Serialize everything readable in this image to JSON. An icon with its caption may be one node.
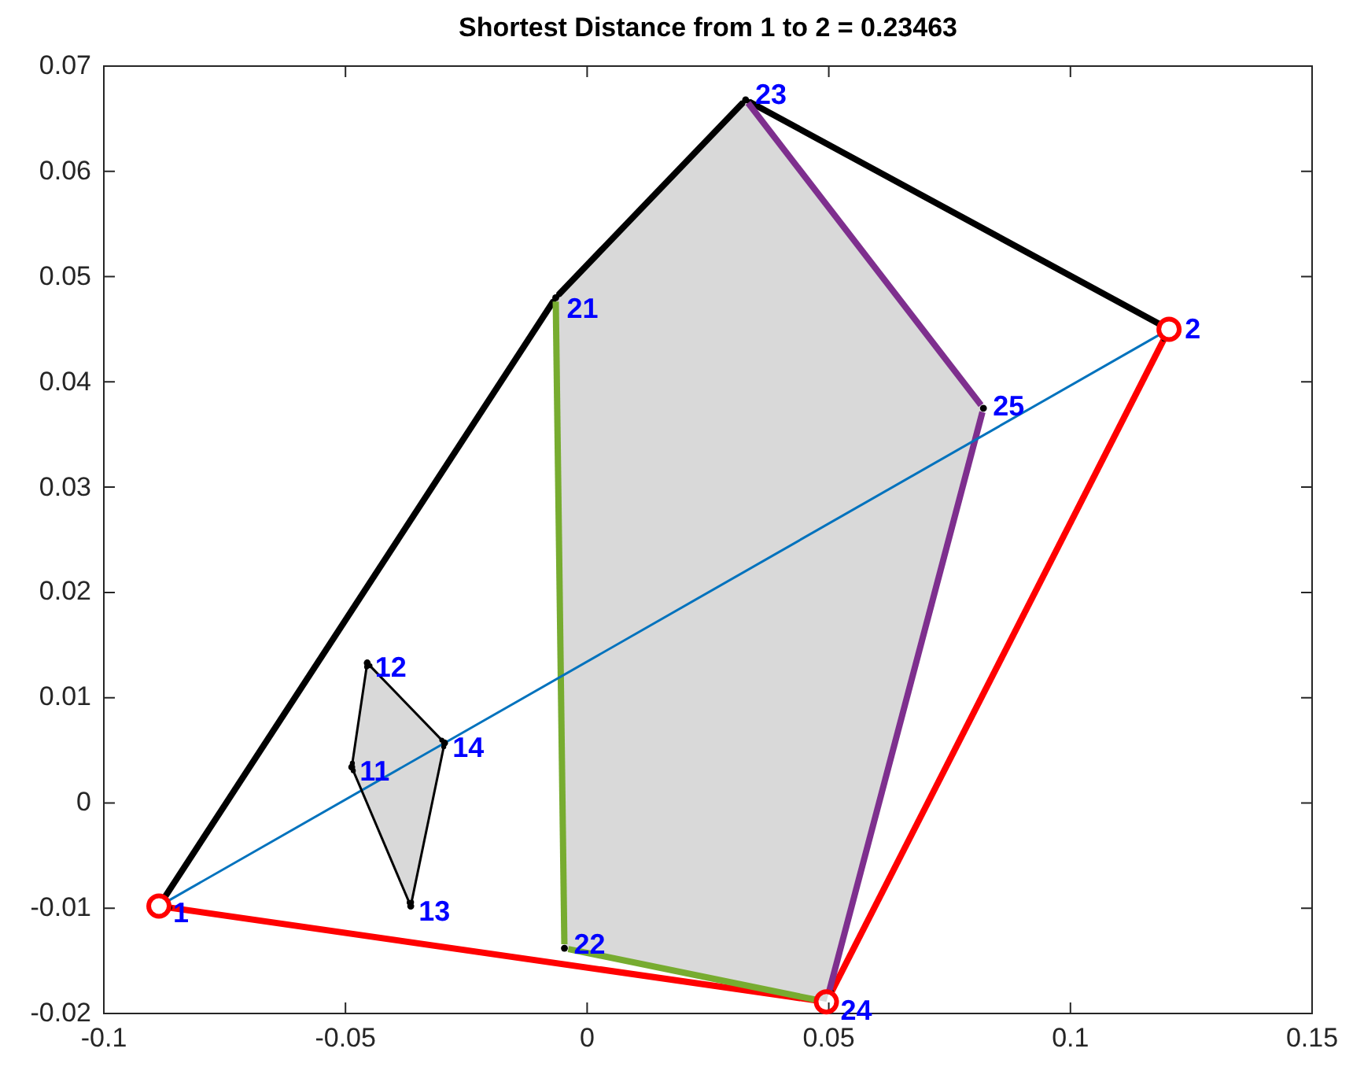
{
  "diagram": {
    "title": "Shortest Distance from 1 to 2 = 0.23463",
    "nodes": [
      {
        "text": [
          "23"
        ]
      },
      {
        "text": [
          "21"
        ]
      },
      {
        "text": [
          "2"
        ]
      },
      {
        "text": [
          "25"
        ]
      },
      {
        "text": [
          "12"
        ]
      },
      {
        "text": [
          "14"
        ]
      },
      {
        "text": [
          "11"
        ]
      },
      {
        "text": [
          "1"
        ]
      },
      {
        "text": [
          "13"
        ]
      },
      {
        "text": [
          "22"
        ]
      },
      {
        "text": [
          "24"
        ]
      }
    ],
    "edges": [
      {
        "from": 7,
        "to": 1,
        "arrow": "other"
      },
      {
        "from": 1,
        "to": 0,
        "arrow": "other"
      },
      {
        "from": 0,
        "to": 2,
        "arrow": "other"
      },
      {
        "from": 7,
        "to": 10,
        "arrow": "other",
        "color": "#ff0000"
      },
      {
        "from": 10,
        "to": 2,
        "arrow": "other",
        "color": "#ff0000"
      },
      {
        "from": 1,
        "to": 9,
        "arrow": "none",
        "color": "#77ac30"
      },
      {
        "from": 9,
        "to": 10,
        "arrow": "none",
        "color": "#77ac30"
      },
      {
        "from": 0,
        "to": 3,
        "arrow": "none",
        "color": "#7e2f8e"
      },
      {
        "from": 3,
        "to": 10,
        "arrow": "none",
        "color": "#7e2f8e"
      },
      {
        "from": 7,
        "to": 2,
        "arrow": "none",
        "color": "#0072bd"
      },
      {
        "from": 6,
        "to": 4,
        "arrow": "other"
      },
      {
        "from": 4,
        "to": 5,
        "arrow": "other"
      },
      {
        "from": 5,
        "to": 8,
        "arrow": "other"
      },
      {
        "from": 8,
        "to": 6,
        "arrow": "other"
      }
    ],
    "labels": [
      "0.07",
      "0.06",
      "0.05",
      "0.04",
      "0.03",
      "0.02",
      "0.01",
      "0",
      "-0.01",
      "-0.02",
      "-0.1",
      "-0.05",
      "0",
      "0.05",
      "0.1",
      "0.15"
    ]
  }
}
